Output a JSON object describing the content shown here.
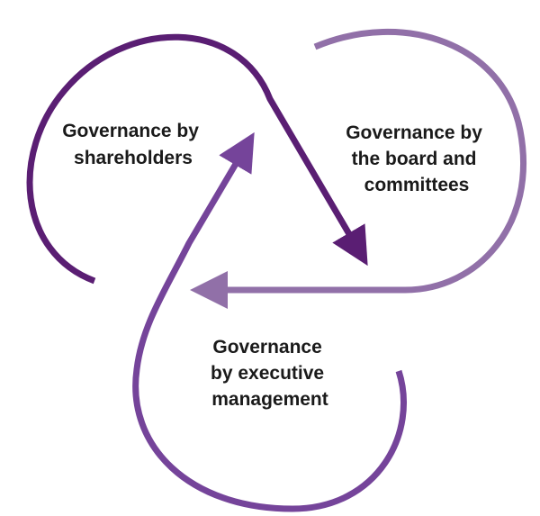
{
  "colors": {
    "shareholders_loop": "#5a1e73",
    "board_loop": "#9170a8",
    "executive_loop": "#75449a"
  },
  "nodes": {
    "shareholders": {
      "line1": "Governance by",
      "line2": "shareholders"
    },
    "board": {
      "line1": "Governance by",
      "line2": "the board and",
      "line3": "committees"
    },
    "executive": {
      "line1": "Governance",
      "line2": "by executive",
      "line3": "management"
    }
  }
}
